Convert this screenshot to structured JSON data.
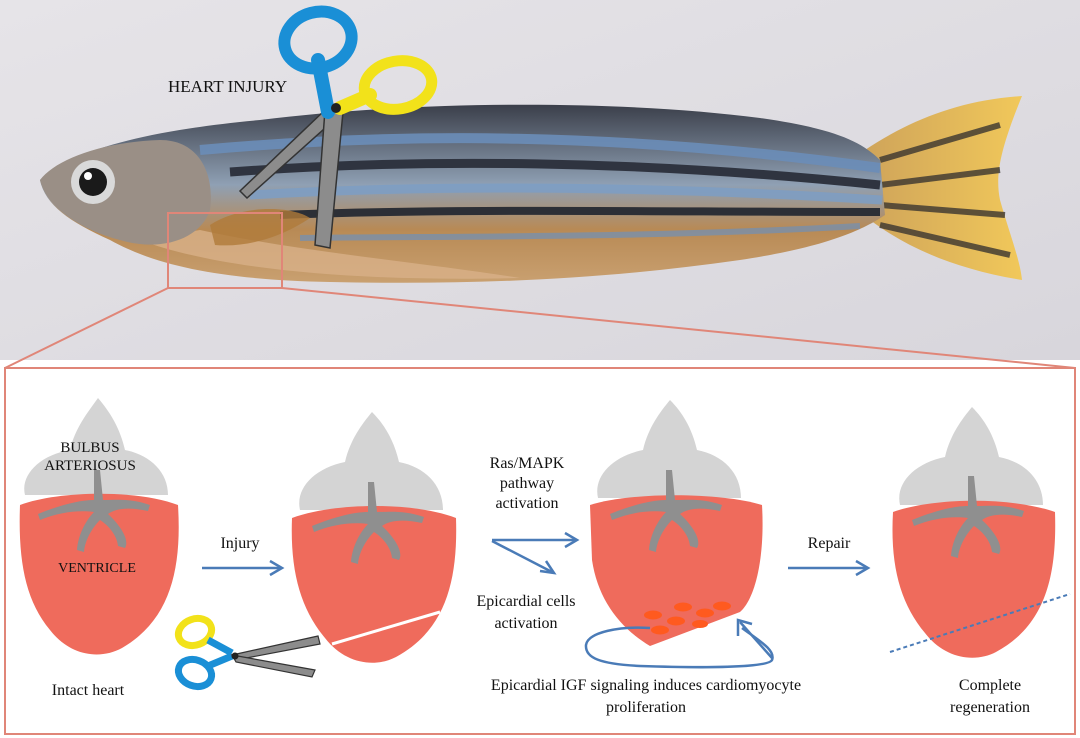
{
  "photo": {
    "label": "HEART INJURY"
  },
  "panel": {
    "labels": {
      "bulbus_line1": "BULBUS",
      "bulbus_line2": "ARTERIOSUS",
      "ventricle": "VENTRICLE",
      "intact": "Intact heart",
      "injury": "Injury",
      "ras_line1": "Ras/MAPK",
      "ras_line2": "pathway",
      "ras_line3": "activation",
      "epi_line1": "Epicardial cells",
      "epi_line2": "activation",
      "igf_line1": "Epicardial IGF signaling induces cardiomyocyte",
      "igf_line2": "proliferation",
      "repair": "Repair",
      "complete_line1": "Complete",
      "complete_line2": "regeneration"
    }
  },
  "colors": {
    "ventricle": "#ef6b5c",
    "bulbus": "#d4d4d4",
    "vessel": "#8f8f8f",
    "arrow": "#4a7bb7",
    "frame": "#e08678",
    "cells": "#ff5a1f",
    "scissors_blue": "#1a8fd6",
    "scissors_yellow": "#f2e21a",
    "blade": "#8c8c8c"
  },
  "icons": [
    "scissors-icon",
    "heart-icon",
    "arrow-icon",
    "fish-illustration"
  ]
}
